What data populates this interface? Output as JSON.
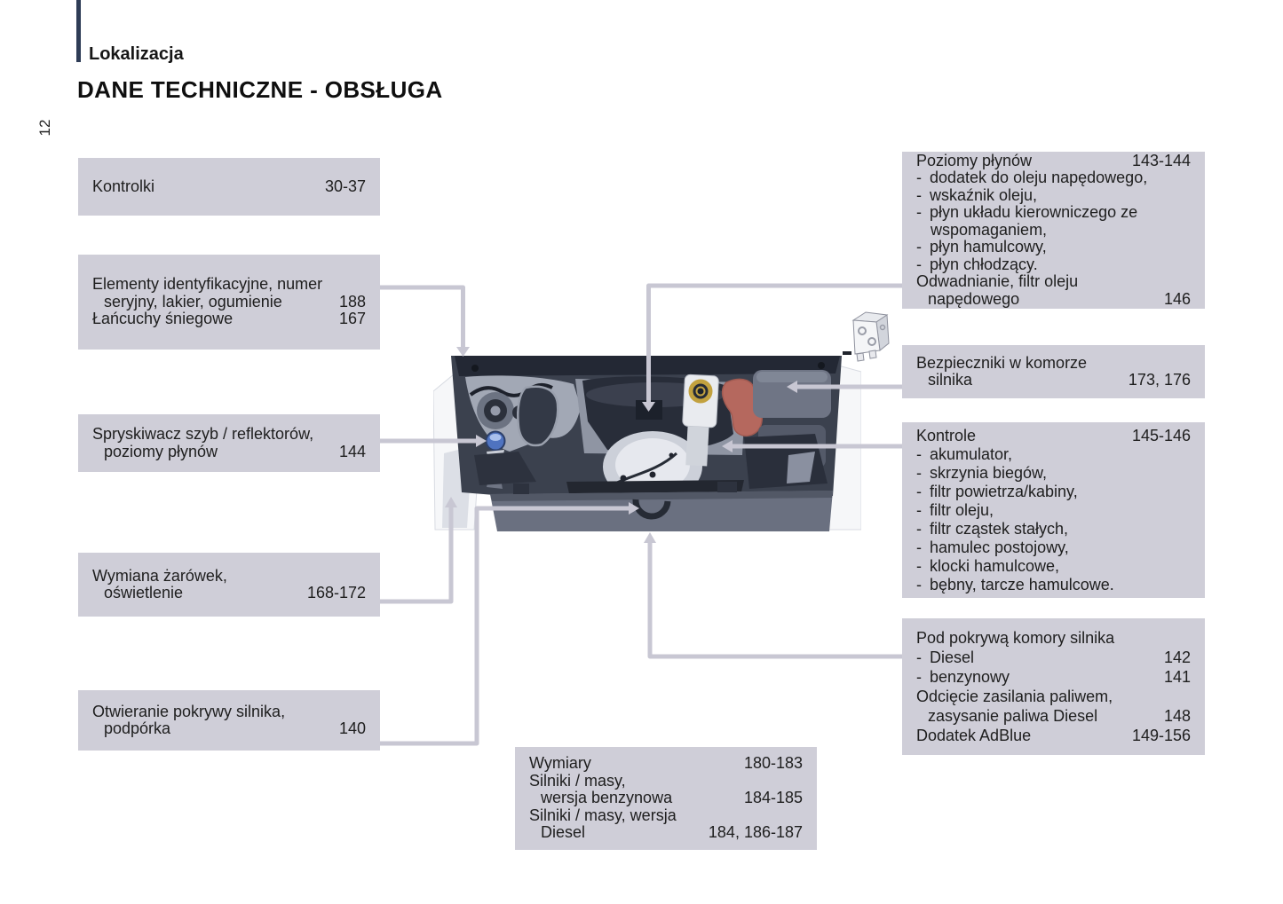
{
  "header": {
    "section": "Lokalizacja",
    "title": "DANE TECHNICZNE - OBSŁUGA",
    "page_number": "12"
  },
  "boxes": {
    "kontrolki": {
      "lines": [
        {
          "t": "Kontrolki",
          "p": "30-37"
        }
      ]
    },
    "elementy": {
      "lines": [
        {
          "t": "Elementy identyfikacyjne, numer"
        },
        {
          "t": "seryjny, lakier, ogumienie",
          "p": "188"
        },
        {
          "t": "Łańcuchy śniegowe",
          "p": "167"
        }
      ]
    },
    "spryskiwacz": {
      "lines": [
        {
          "t": "Spryskiwacz szyb / reflektorów,"
        },
        {
          "t": "poziomy płynów",
          "p": "144"
        }
      ]
    },
    "wymiana": {
      "lines": [
        {
          "t": "Wymiana żarówek,"
        },
        {
          "t": "oświetlenie",
          "p": "168-172"
        }
      ]
    },
    "otwieranie": {
      "lines": [
        {
          "t": "Otwieranie pokrywy silnika,"
        },
        {
          "t": "podpórka",
          "p": "140"
        }
      ]
    },
    "poziomy": {
      "lines": [
        {
          "t": "Poziomy płynów",
          "p": "143-144"
        },
        {
          "t": "- dodatek do oleju napędowego,"
        },
        {
          "t": "- wskaźnik oleju,"
        },
        {
          "t": "- płyn układu kierowniczego ze"
        },
        {
          "t": "wspomaganiem,"
        },
        {
          "t": "- płyn hamulcowy,"
        },
        {
          "t": "- płyn chłodzący."
        },
        {
          "t": "Odwadnianie, filtr oleju"
        },
        {
          "t": "napędowego",
          "p": "146"
        }
      ]
    },
    "bezpieczniki": {
      "lines": [
        {
          "t": "Bezpieczniki w komorze"
        },
        {
          "t": "silnika",
          "p": "173, 176"
        }
      ]
    },
    "kontrole": {
      "lines": [
        {
          "t": "Kontrole",
          "p": "145-146"
        },
        {
          "t": "- akumulator,"
        },
        {
          "t": "- skrzynia biegów,"
        },
        {
          "t": "- filtr powietrza/kabiny,"
        },
        {
          "t": "- filtr oleju,"
        },
        {
          "t": "- filtr cząstek stałych,"
        },
        {
          "t": "- hamulec postojowy,"
        },
        {
          "t": "- klocki hamulcowe,"
        },
        {
          "t": "- bębny, tarcze hamulcowe."
        }
      ]
    },
    "pod_pokrywa": {
      "lines": [
        {
          "t": "Pod pokrywą komory silnika"
        },
        {
          "t": "- Diesel",
          "p": "142"
        },
        {
          "t": "- benzynowy",
          "p": "141"
        },
        {
          "t": "Odcięcie zasilania paliwem,"
        },
        {
          "t": "zasysanie paliwa Diesel",
          "p": "148"
        },
        {
          "t": "Dodatek AdBlue",
          "p": "149-156"
        }
      ]
    },
    "wymiary": {
      "lines": [
        {
          "t": "Wymiary",
          "p": "180-183"
        },
        {
          "t": "Silniki / masy,"
        },
        {
          "t": "wersja benzynowa",
          "p": "184-185"
        },
        {
          "t": "Silniki / masy, wersja"
        },
        {
          "t": "Diesel",
          "p": "184, 186-187"
        }
      ]
    }
  },
  "icons": {
    "fuse": "fuse-relay-3d"
  },
  "colors": {
    "box_bg": "#cfced8",
    "connector": "#c8c7d3",
    "sidebar_bar": "#2e3c56",
    "washer_cap_blue": "#4f73c0",
    "oil_ring_yellow": "#c2a13f",
    "reservoir_red": "#b5685e"
  }
}
